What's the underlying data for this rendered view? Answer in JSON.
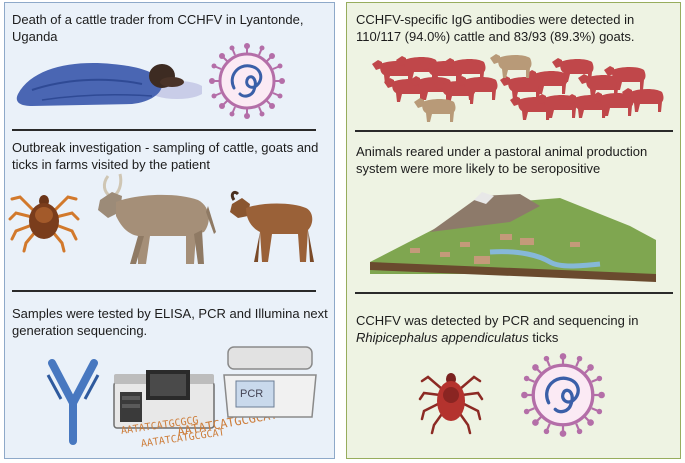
{
  "left_panel": {
    "sections": [
      {
        "caption": "Death of a cattle trader from CCHFV in Lyantonde, Uganda"
      },
      {
        "caption": "Outbreak investigation - sampling of cattle, goats and ticks in farms visited by the patient"
      },
      {
        "caption": "Samples were tested by ELISA, PCR and Illumina next generation sequencing."
      }
    ],
    "pcr_label": "PCR",
    "dna_lines": [
      "AATATCATGCGCAT",
      "AATATCATGCGCG",
      "AATATCATGCGCAT"
    ]
  },
  "right_panel": {
    "sections": [
      {
        "caption": "CCHFV-specific IgG antibodies were detected in 110/117 (94.0%) cattle and 83/93 (89.3%) goats."
      },
      {
        "caption": "Animals reared under a pastoral animal production system were more likely to be seropositive"
      },
      {
        "caption_prefix": "CCHFV was detected by PCR and sequencing in",
        "caption_italic": "Rhipicephalus appendiculatus",
        "caption_suffix": " ticks"
      }
    ]
  },
  "colors": {
    "left_bg": "#eaf1f9",
    "right_bg": "#eef3e3",
    "virus": "#b46ea8",
    "positive_animals": "#c0474a",
    "blanket": "#4a66b3",
    "antibody": "#4878c0"
  }
}
